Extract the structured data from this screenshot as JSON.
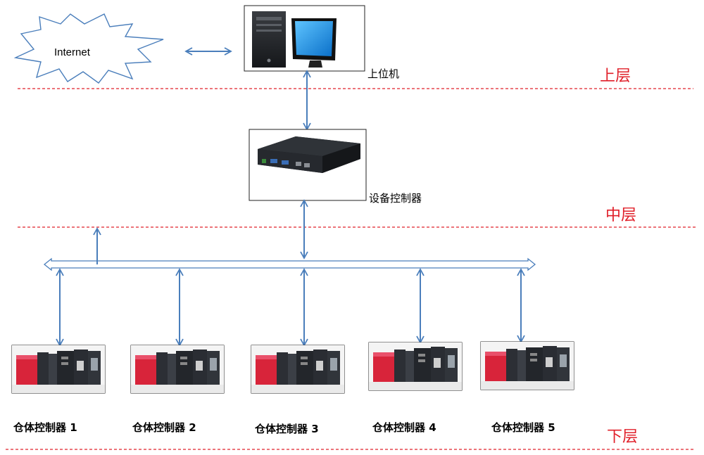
{
  "internet": {
    "label": "Internet"
  },
  "host": {
    "label": "上位机"
  },
  "device_controller": {
    "label": "设备控制器"
  },
  "warehouse_controllers": [
    {
      "label": "仓体控制器 1"
    },
    {
      "label": "仓体控制器 2"
    },
    {
      "label": "仓体控制器 3"
    },
    {
      "label": "仓体控制器 4"
    },
    {
      "label": "仓体控制器 5"
    }
  ],
  "layers": {
    "upper": "上层",
    "middle": "中层",
    "lower": "下层"
  },
  "colors": {
    "arrow": "#4a7ebb",
    "layer_line": "#e0202a",
    "layer_text": "#e0202a",
    "plc_red": "#d8243a",
    "plc_body": "#2c2f35",
    "monitor_screen": "#1f8fe0"
  }
}
